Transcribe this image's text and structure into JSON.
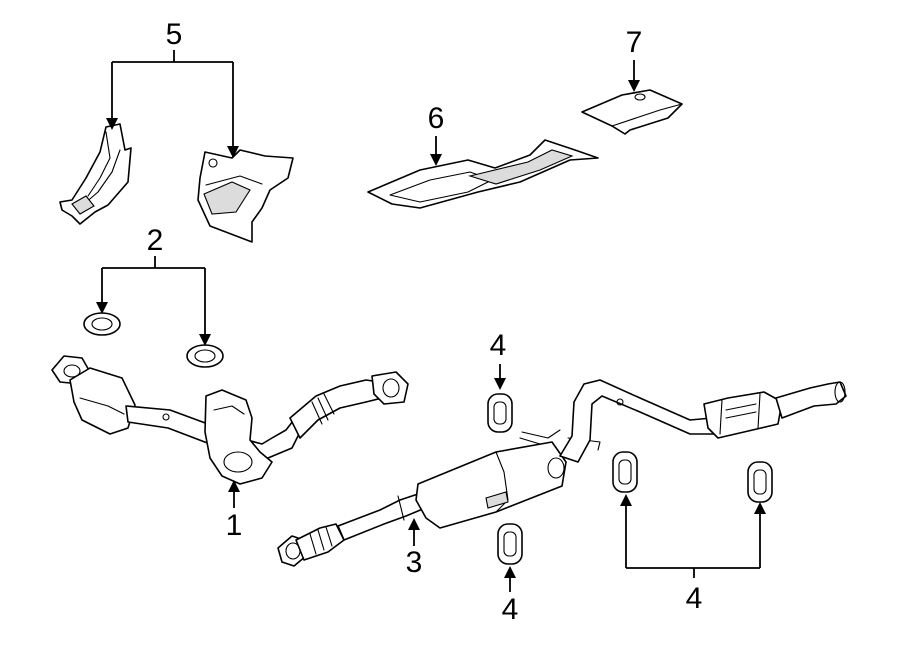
{
  "diagram": {
    "callouts": [
      {
        "id": "c1",
        "number": "1"
      },
      {
        "id": "c2",
        "number": "2"
      },
      {
        "id": "c3",
        "number": "3"
      },
      {
        "id": "c4a",
        "number": "4"
      },
      {
        "id": "c4b",
        "number": "4"
      },
      {
        "id": "c4c",
        "number": "4"
      },
      {
        "id": "c5",
        "number": "5"
      },
      {
        "id": "c6",
        "number": "6"
      },
      {
        "id": "c7",
        "number": "7"
      }
    ],
    "colors": {
      "line": "#000000",
      "background": "#ffffff",
      "shade": "#dcdcdc"
    }
  }
}
